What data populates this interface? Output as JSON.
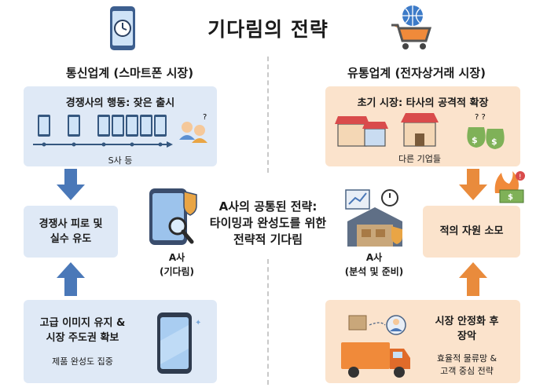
{
  "title": "기다림의 전략",
  "left": {
    "heading": "통신업계 (스마트폰 시장)",
    "top_box": {
      "title": "경쟁사의 행동: 잦은 출시",
      "timeline_label": "S사 등"
    },
    "middle_box": {
      "line1": "경쟁사 피로 및",
      "line2": "실수 유도"
    },
    "bottom_box": {
      "line1": "고급 이미지 유지 &",
      "line2": "시장 주도권 확보",
      "sub": "제품 완성도 집중"
    }
  },
  "right": {
    "heading": "유통업계 (전자상거래 시장)",
    "top_box": {
      "title": "초기 시장: 타사의 공격적 확장",
      "caption": "다른 기업들"
    },
    "middle_box": {
      "label": "적의 자원 소모"
    },
    "bottom_box": {
      "line1": "시장 안정화 후",
      "line2": "장악",
      "sub1": "효율적 물류망 &",
      "sub2": "고객 중심 전략"
    }
  },
  "center": {
    "line1": "A사의 공통된 전략:",
    "line2": "타이밍과 완성도를 위한",
    "line3": "전략적 기다림",
    "left_caption1": "A사",
    "left_caption2": "(기다림)",
    "right_caption1": "A사",
    "right_caption2": "(분석 및 준비)"
  },
  "colors": {
    "blue_box": "#dfe9f6",
    "peach_box": "#fbe3cc",
    "blue_arrow": "#4a78b8",
    "orange_arrow": "#e98b3c"
  },
  "icons": [
    "clock-phone-icon",
    "shopping-cart-globe-icon",
    "phone-shield-magnifier-icon",
    "warehouse-chart-icon",
    "money-fire-icon",
    "delivery-truck-icon"
  ]
}
